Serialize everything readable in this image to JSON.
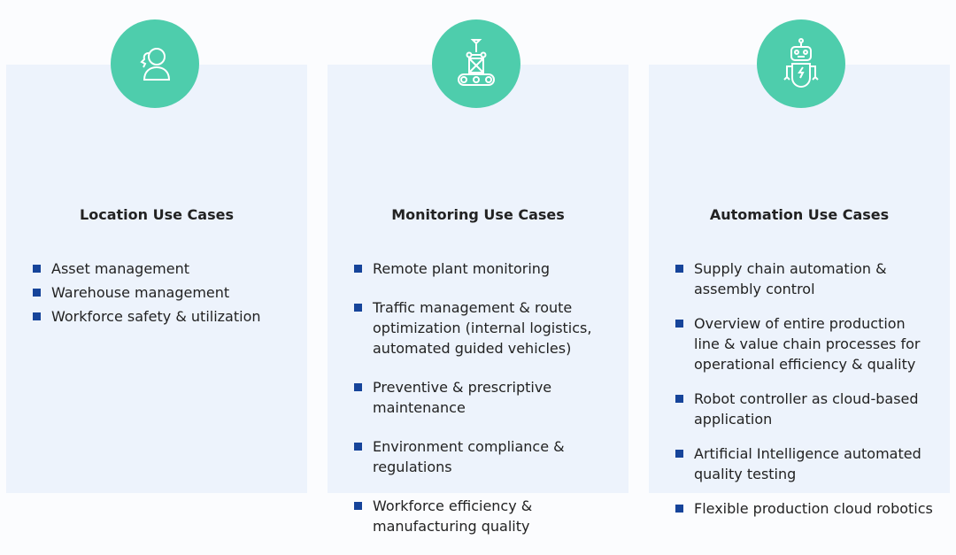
{
  "columns": [
    {
      "icon": "worker-icon",
      "title": "Location Use Cases",
      "items": [
        "Asset management",
        "Warehouse management",
        "Workforce safety & utilization"
      ]
    },
    {
      "icon": "conveyor-robot-icon",
      "title": "Monitoring Use Cases",
      "items": [
        "Remote plant monitoring",
        "Traffic management & route optimization (internal logistics, automated guided vehicles)",
        "Preventive & prescriptive maintenance",
        "Environment compliance & regulations",
        "Workforce efficiency & manufacturing quality"
      ]
    },
    {
      "icon": "robot-icon",
      "title": "Automation Use Cases",
      "items": [
        "Supply chain automation & assembly control",
        "Overview of entire production line & value chain processes for operational efficiency & quality",
        "Robot controller as cloud-based application",
        "Artificial Intelligence automated quality testing",
        "Flexible production cloud robotics"
      ]
    }
  ],
  "colors": {
    "accent": "#4ecdac",
    "bullet": "#16449a",
    "card": "#edf3fc"
  }
}
